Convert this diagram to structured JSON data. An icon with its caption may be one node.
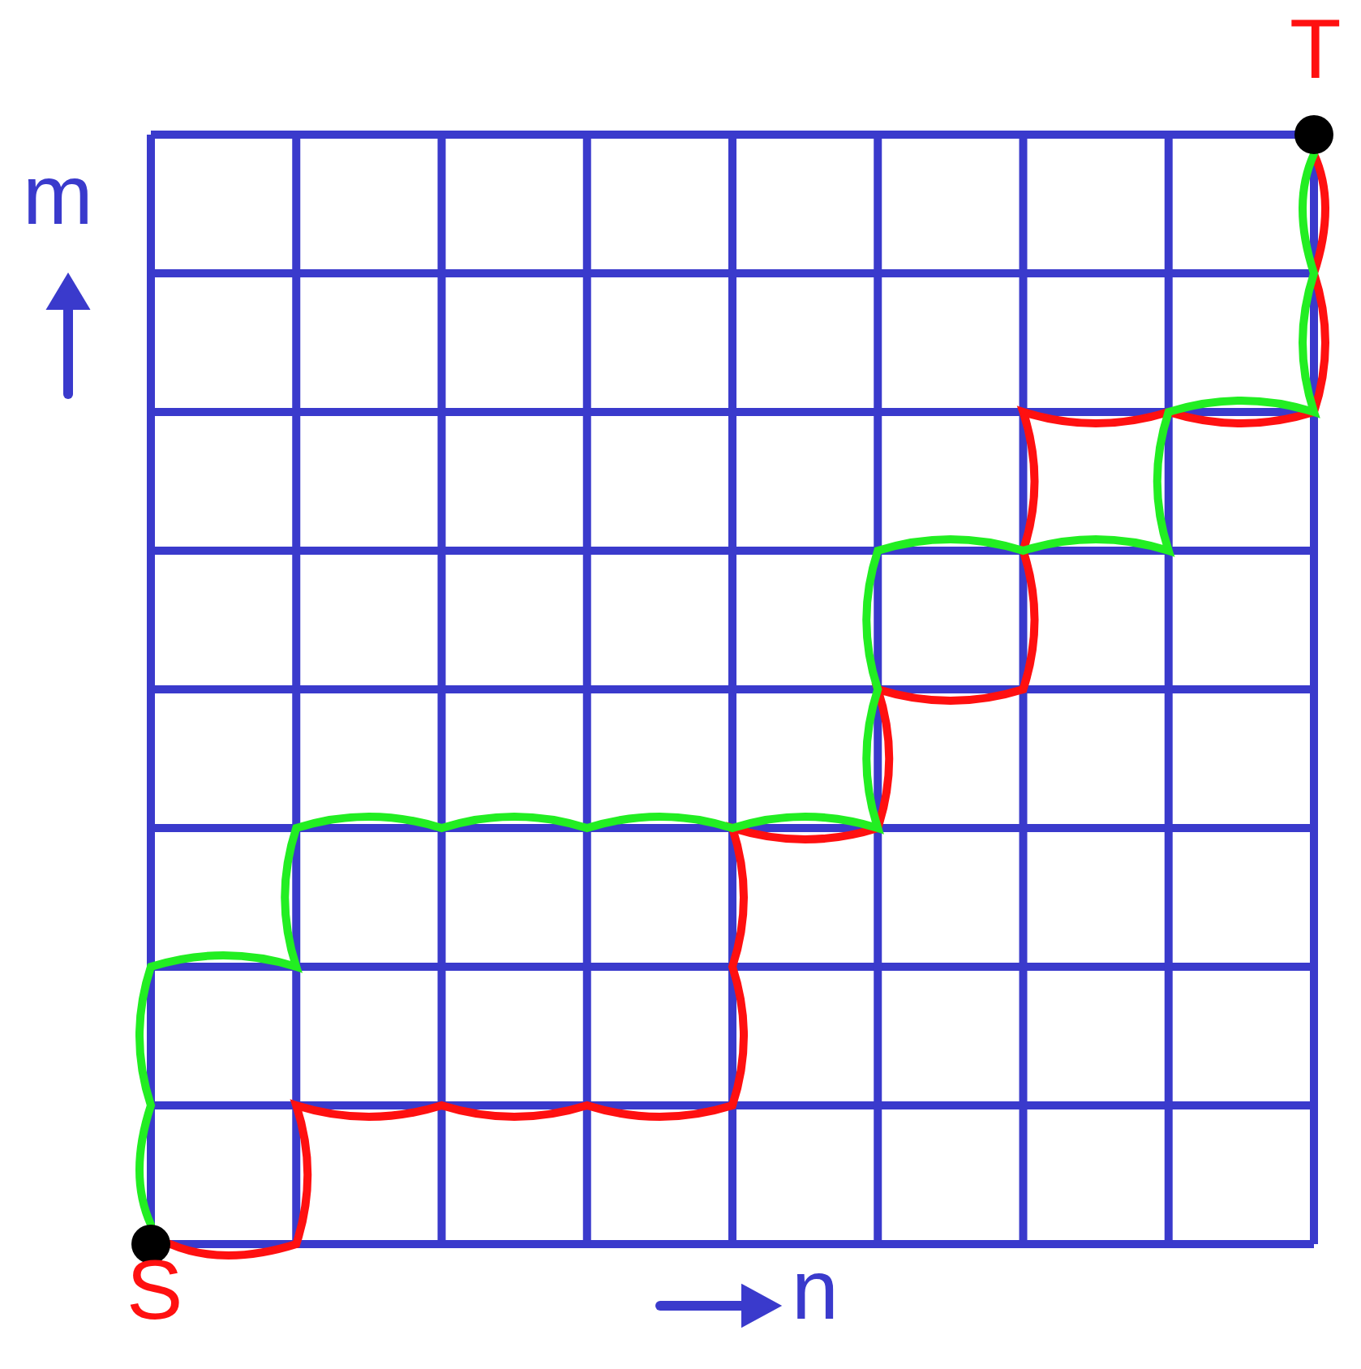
{
  "diagram": {
    "nodes": [
      {
        "text": [],
        "shape": "circle",
        "beside": [
          "S"
        ]
      },
      {
        "text": [],
        "shape": "circle",
        "beside": [
          "T"
        ]
      }
    ],
    "edges": [
      {
        "from": 0,
        "to": 1,
        "arrow": "none",
        "color": "#ff1010"
      },
      {
        "from": 0,
        "to": 1,
        "arrow": "none",
        "color": "#22ee22"
      }
    ],
    "labels": [
      "m",
      "n"
    ]
  }
}
